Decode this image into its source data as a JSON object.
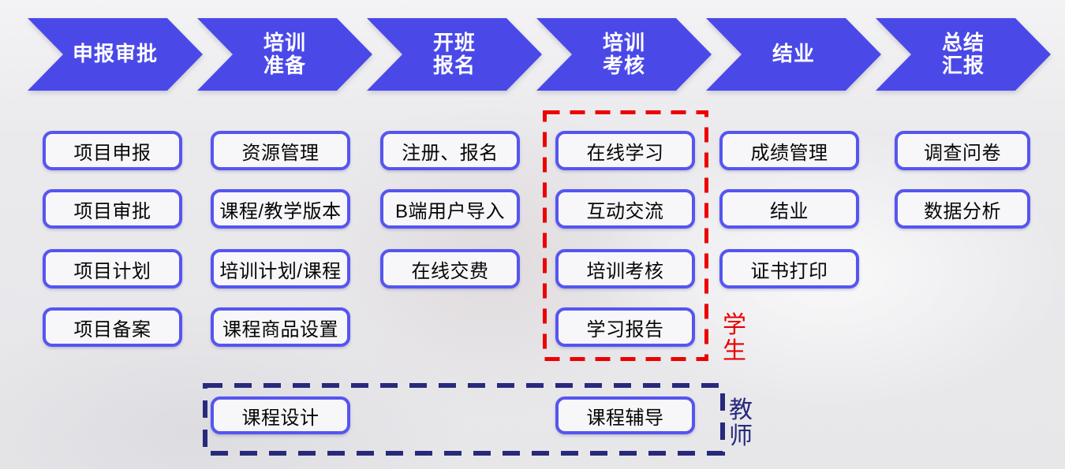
{
  "steps": [
    {
      "label": "申报审批"
    },
    {
      "label": "培训\n准备"
    },
    {
      "label": "开班\n报名"
    },
    {
      "label": "培训\n考核"
    },
    {
      "label": "结业"
    },
    {
      "label": "总结\n汇报"
    }
  ],
  "columns": [
    {
      "items": [
        "项目申报",
        "项目审批",
        "项目计划",
        "项目备案"
      ]
    },
    {
      "items": [
        "资源管理",
        "课程/教学版本",
        "培训计划/课程",
        "课程商品设置"
      ]
    },
    {
      "items": [
        "注册、报名",
        "B端用户导入",
        "在线交费"
      ]
    },
    {
      "items": [
        "在线学习",
        "互动交流",
        "培训考核",
        "学习报告"
      ]
    },
    {
      "items": [
        "成绩管理",
        "结业",
        "证书打印"
      ]
    },
    {
      "items": [
        "调查问卷",
        "数据分析"
      ]
    }
  ],
  "student_group": {
    "label": "学生"
  },
  "teacher_group": {
    "label": "教师",
    "items": [
      "课程设计",
      "课程辅导"
    ]
  },
  "colors": {
    "chevron_blue": "#4A49E8",
    "box_border_blue": "#5655F0",
    "student_red": "#E60000",
    "teacher_navy": "#29297C"
  }
}
